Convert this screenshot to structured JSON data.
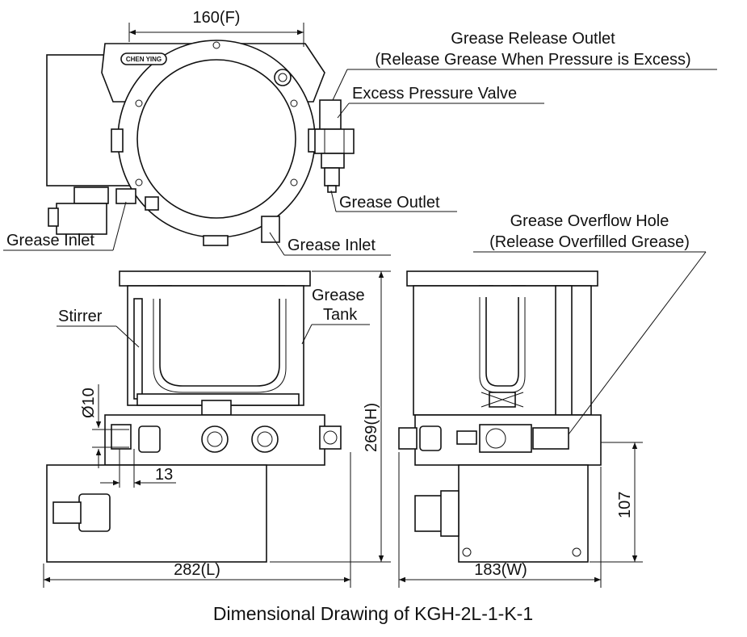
{
  "caption": "Dimensional Drawing of KGH-2L-1-K-1",
  "brand": "CHEN YING",
  "labels": {
    "grease_release_outlet": "Grease Release Outlet",
    "grease_release_outlet_note": "(Release Grease When Pressure is Excess)",
    "excess_pressure_valve": "Excess Pressure Valve",
    "grease_outlet": "Grease Outlet",
    "grease_inlet_left": "Grease Inlet",
    "grease_inlet_bottom": "Grease Inlet",
    "grease_overflow_hole": "Grease Overflow Hole",
    "grease_overflow_note": "(Release Overfilled Grease)",
    "stirrer": "Stirrer",
    "grease_tank_line1": "Grease",
    "grease_tank_line2": "Tank"
  },
  "dimensions": {
    "f": "160(F)",
    "h": "269(H)",
    "l": "282(L)",
    "w": "183(W)",
    "d10": "Ø10",
    "d13": "13",
    "d107": "107"
  }
}
